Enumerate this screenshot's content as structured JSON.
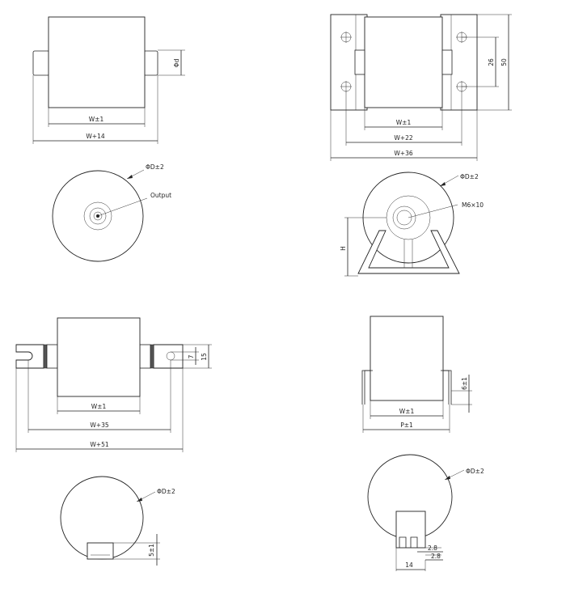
{
  "fig_a_top": {
    "w": "W±1",
    "w14": "W+14",
    "phi_d": "Φd"
  },
  "fig_a_front": {
    "diam": "ΦD±2",
    "output": "Output"
  },
  "fig_b_top": {
    "w": "W±1",
    "w22": "W+22",
    "w36": "W+36",
    "dim26": "26",
    "dim50": "50"
  },
  "fig_b_front": {
    "diam": "ΦD±2",
    "bolt": "M6×10",
    "h": "H"
  },
  "fig_c_top": {
    "w": "W±1",
    "w35": "W+35",
    "w51": "W+51",
    "dim7": "7",
    "dim15": "15"
  },
  "fig_c_front": {
    "diam": "ΦD±2",
    "dim5": "5±1"
  },
  "fig_d_top": {
    "w": "W±1",
    "p": "P±1",
    "dim6": "6±1"
  },
  "fig_d_front": {
    "diam": "ΦD±2",
    "dim28a": "2.8",
    "dim28b": "2.8",
    "dim14": "14"
  }
}
